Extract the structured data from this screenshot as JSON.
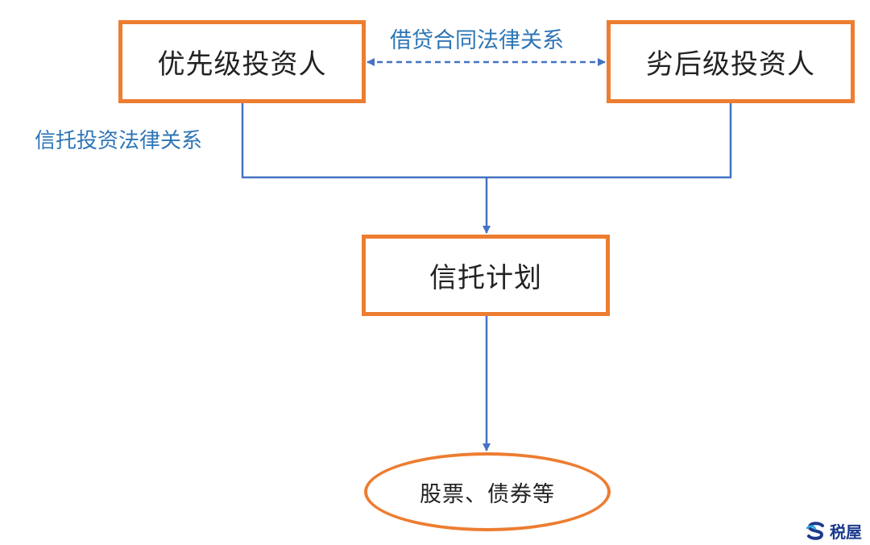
{
  "nodes": {
    "senior_investor": "优先级投资人",
    "junior_investor": "劣后级投资人",
    "trust_plan": "信托计划",
    "assets": "股票、债券等"
  },
  "relations": {
    "loan_contract": "借贷合同法律关系",
    "trust_investment": "信托投资法律关系"
  },
  "watermark": {
    "text": "税屋",
    "icon": "s-logo-icon"
  },
  "colors": {
    "box_border": "#ED7D31",
    "connector": "#4472C4",
    "relation_text": "#2E75B6",
    "node_text": "#222222"
  }
}
